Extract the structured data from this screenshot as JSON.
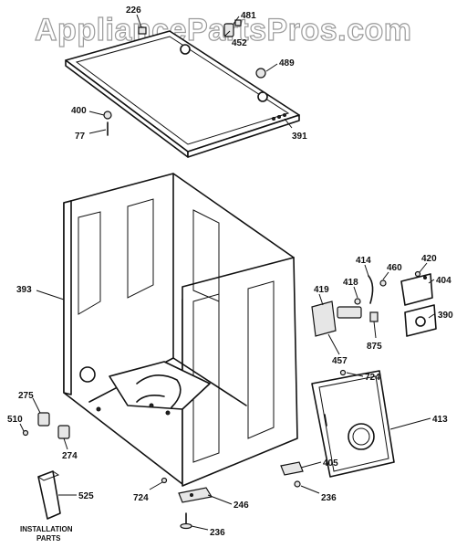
{
  "watermark": "AppliancePartsPros.com",
  "installation_label": {
    "line1": "INSTALLATION",
    "line2": "PARTS"
  },
  "callouts": {
    "p226": "226",
    "p481": "481",
    "p452": "452",
    "p489": "489",
    "p400": "400",
    "p77": "77",
    "p391": "391",
    "p393": "393",
    "p414": "414",
    "p420": "420",
    "p460": "460",
    "p404": "404",
    "p418": "418",
    "p419": "419",
    "p390": "390",
    "p457": "457",
    "p875": "875",
    "p724a": "724",
    "p413": "413",
    "p275": "275",
    "p510": "510",
    "p274": "274",
    "p405": "405",
    "p525": "525",
    "p724b": "724",
    "p236a": "236",
    "p246": "246",
    "p236b": "236"
  }
}
